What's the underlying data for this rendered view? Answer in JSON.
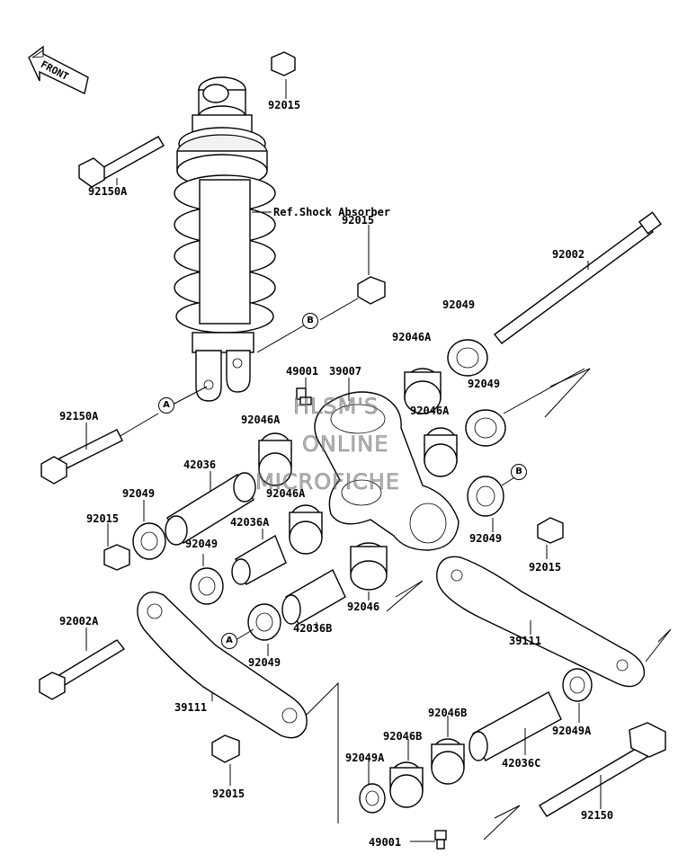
{
  "front_label": "FRONT",
  "ref_label": "Ref.Shock Absorber",
  "watermark": [
    "HLSM'S",
    "ONLINE",
    "MICROFICHE"
  ],
  "markers": {
    "a": "A",
    "b": "B"
  },
  "parts": {
    "p92015_top": "92015",
    "p92150A_top": "92150A",
    "p92015_mid": "92015",
    "p92002": "92002",
    "p92049_1": "92049",
    "p92046A_1": "92046A",
    "p49001_top": "49001",
    "p39007": "39007",
    "p92049_2": "92049",
    "p92150A_mid": "92150A",
    "p92046A_2": "92046A",
    "p92046A_3": "92046A",
    "p42036": "42036",
    "p92049_3": "92049",
    "p92046A_4": "92046A",
    "p92015_left": "92015",
    "p42036A": "42036A",
    "p92049_4": "92049",
    "p92049_5": "92049",
    "p92015_right": "92015",
    "p92002A": "92002A",
    "p42036B": "42036B",
    "p92046": "92046",
    "p39111_right": "39111",
    "p92049_6": "92049",
    "p39111_left": "39111",
    "p92049A_right": "92049A",
    "p92046B_1": "92046B",
    "p92046B_2": "92046B",
    "p42036C": "42036C",
    "p92049A_left": "92049A",
    "p92015_bottom": "92015",
    "p92150": "92150",
    "p49001_bottom": "49001"
  }
}
